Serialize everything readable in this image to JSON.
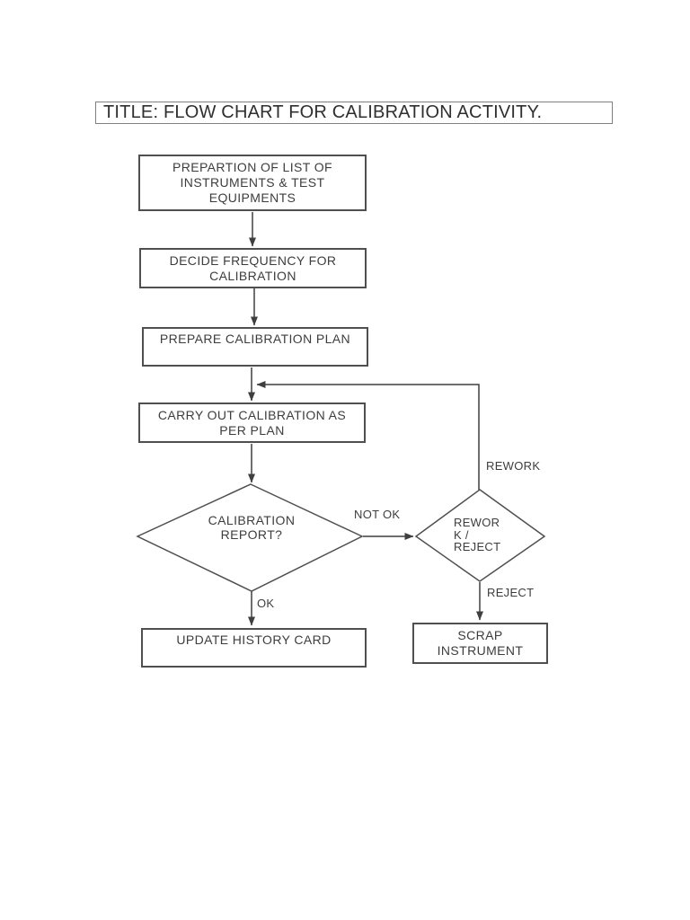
{
  "title": "TITLE: FLOW CHART FOR CALIBRATION ACTIVITY.",
  "nodes": {
    "prep_list": "PREPARTION OF LIST OF\nINSTRUMENTS & TEST\nEQUIPMENTS",
    "decide_frequency": "DECIDE FREQUENCY FOR\nCALIBRATION",
    "prepare_plan": "PREPARE CALIBRATION PLAN",
    "carry_out": "CARRY OUT CALIBRATION AS\nPER PLAN",
    "calibration_report": "CALIBRATION\nREPORT?",
    "rework_reject": "REWOR\nK /\nREJECT",
    "update_history": "UPDATE HISTORY CARD",
    "scrap_instrument": "SCRAP\nINSTRUMENT"
  },
  "edge_labels": {
    "not_ok": "NOT OK",
    "ok": "OK",
    "rework": "REWORK",
    "reject": "REJECT"
  },
  "colors": {
    "ink": "#3d3d3d",
    "line": "#3f3f3f",
    "background": "#ffffff"
  }
}
